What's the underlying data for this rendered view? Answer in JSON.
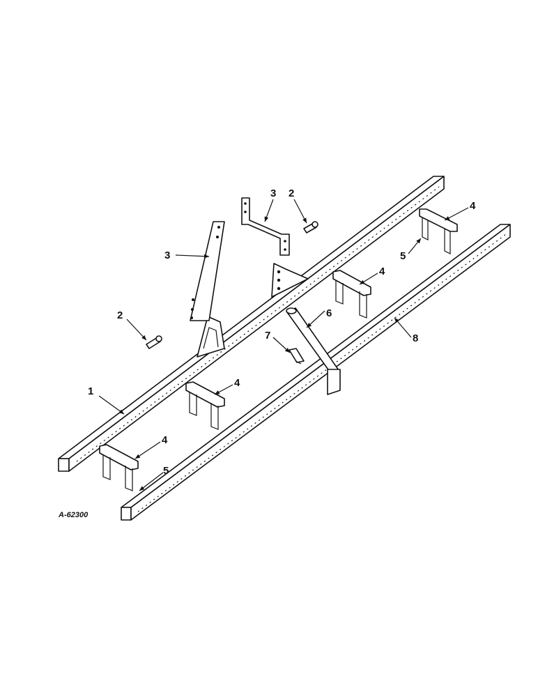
{
  "drawing_number": "A-62300",
  "callouts": {
    "c1": "1",
    "c2a": "2",
    "c2b": "2",
    "c3a": "3",
    "c3b": "3",
    "c4a": "4",
    "c4b": "4",
    "c4c": "4",
    "c4d": "4",
    "c5a": "5",
    "c5b": "5",
    "c6": "6",
    "c7": "7",
    "c8": "8"
  }
}
